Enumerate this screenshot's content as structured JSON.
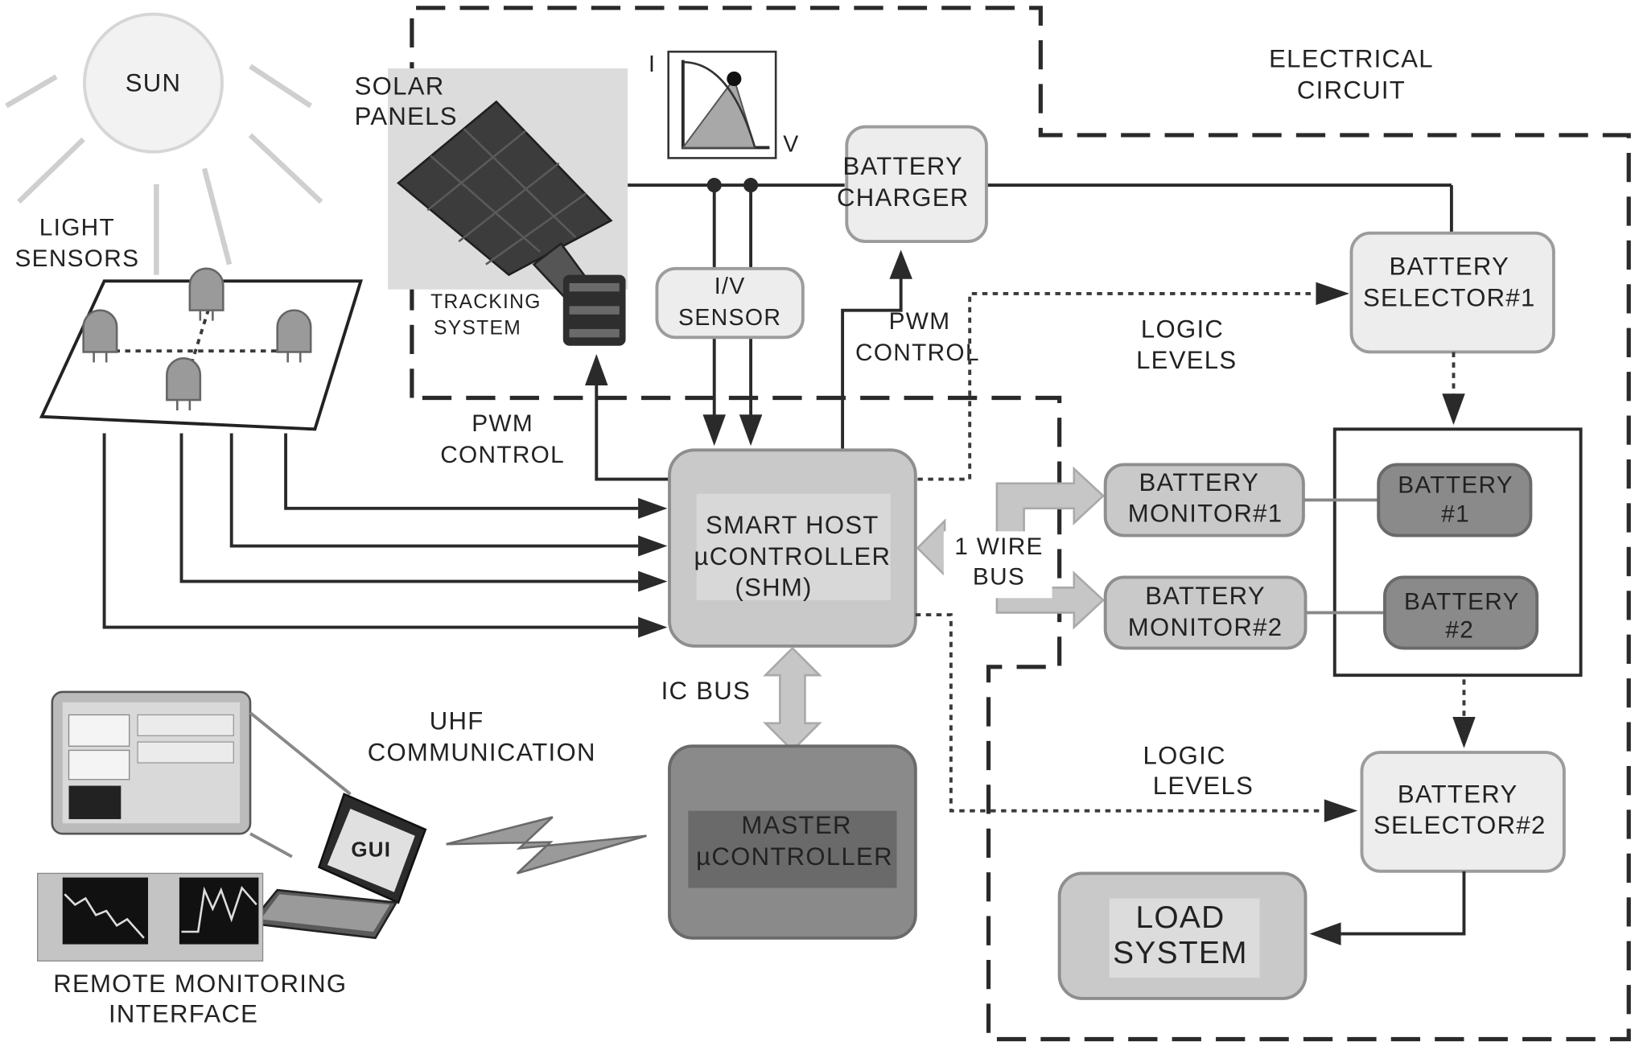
{
  "labels": {
    "sun": "SUN",
    "light_sensors_1": "LIGHT",
    "light_sensors_2": "SENSORS",
    "solar_panels_1": "SOLAR",
    "solar_panels_2": "PANELS",
    "tracking_1": "TRACKING",
    "tracking_2": "SYSTEM",
    "iv_axis_i": "I",
    "iv_axis_v": "V",
    "iv_sensor_1": "I/V",
    "iv_sensor_2": "SENSOR",
    "battery_charger_1": "BATTERY",
    "battery_charger_2": "CHARGER",
    "pwm_control_top_1": "PWM",
    "pwm_control_top_2": "CONTROL",
    "pwm_control_left_1": "PWM",
    "pwm_control_left_2": "CONTROL",
    "electrical_circuit_1": "ELECTRICAL",
    "electrical_circuit_2": "CIRCUIT",
    "battery_selector1_1": "BATTERY",
    "battery_selector1_2": "SELECTOR#1",
    "logic_levels_top_1": "LOGIC",
    "logic_levels_top_2": "LEVELS",
    "shm_1": "SMART HOST",
    "shm_2": "µCONTROLLER",
    "shm_3": "(SHM)",
    "one_wire_1": "1 WIRE",
    "one_wire_2": "BUS",
    "battery_monitor1_1": "BATTERY",
    "battery_monitor1_2": "MONITOR#1",
    "battery_monitor2_1": "BATTERY",
    "battery_monitor2_2": "MONITOR#2",
    "battery1_1": "BATTERY",
    "battery1_2": "#1",
    "battery2_1": "BATTERY",
    "battery2_2": "#2",
    "ic_bus": "IC BUS",
    "uhf_1": "UHF",
    "uhf_2": "COMMUNICATION",
    "master_1": "MASTER",
    "master_2": "µCONTROLLER",
    "logic_levels_bottom_1": "LOGIC",
    "logic_levels_bottom_2": "LEVELS",
    "battery_selector2_1": "BATTERY",
    "battery_selector2_2": "SELECTOR#2",
    "load_1": "LOAD",
    "load_2": "SYSTEM",
    "gui": "GUI",
    "remote_1": "REMOTE MONITORING",
    "remote_2": "INTERFACE"
  },
  "colors": {
    "line": "#2a2a2a",
    "box_light": "#ededed",
    "box_mid": "#c9c9c9",
    "box_dark": "#8a8a8a",
    "panel": "#3c3c3c"
  }
}
